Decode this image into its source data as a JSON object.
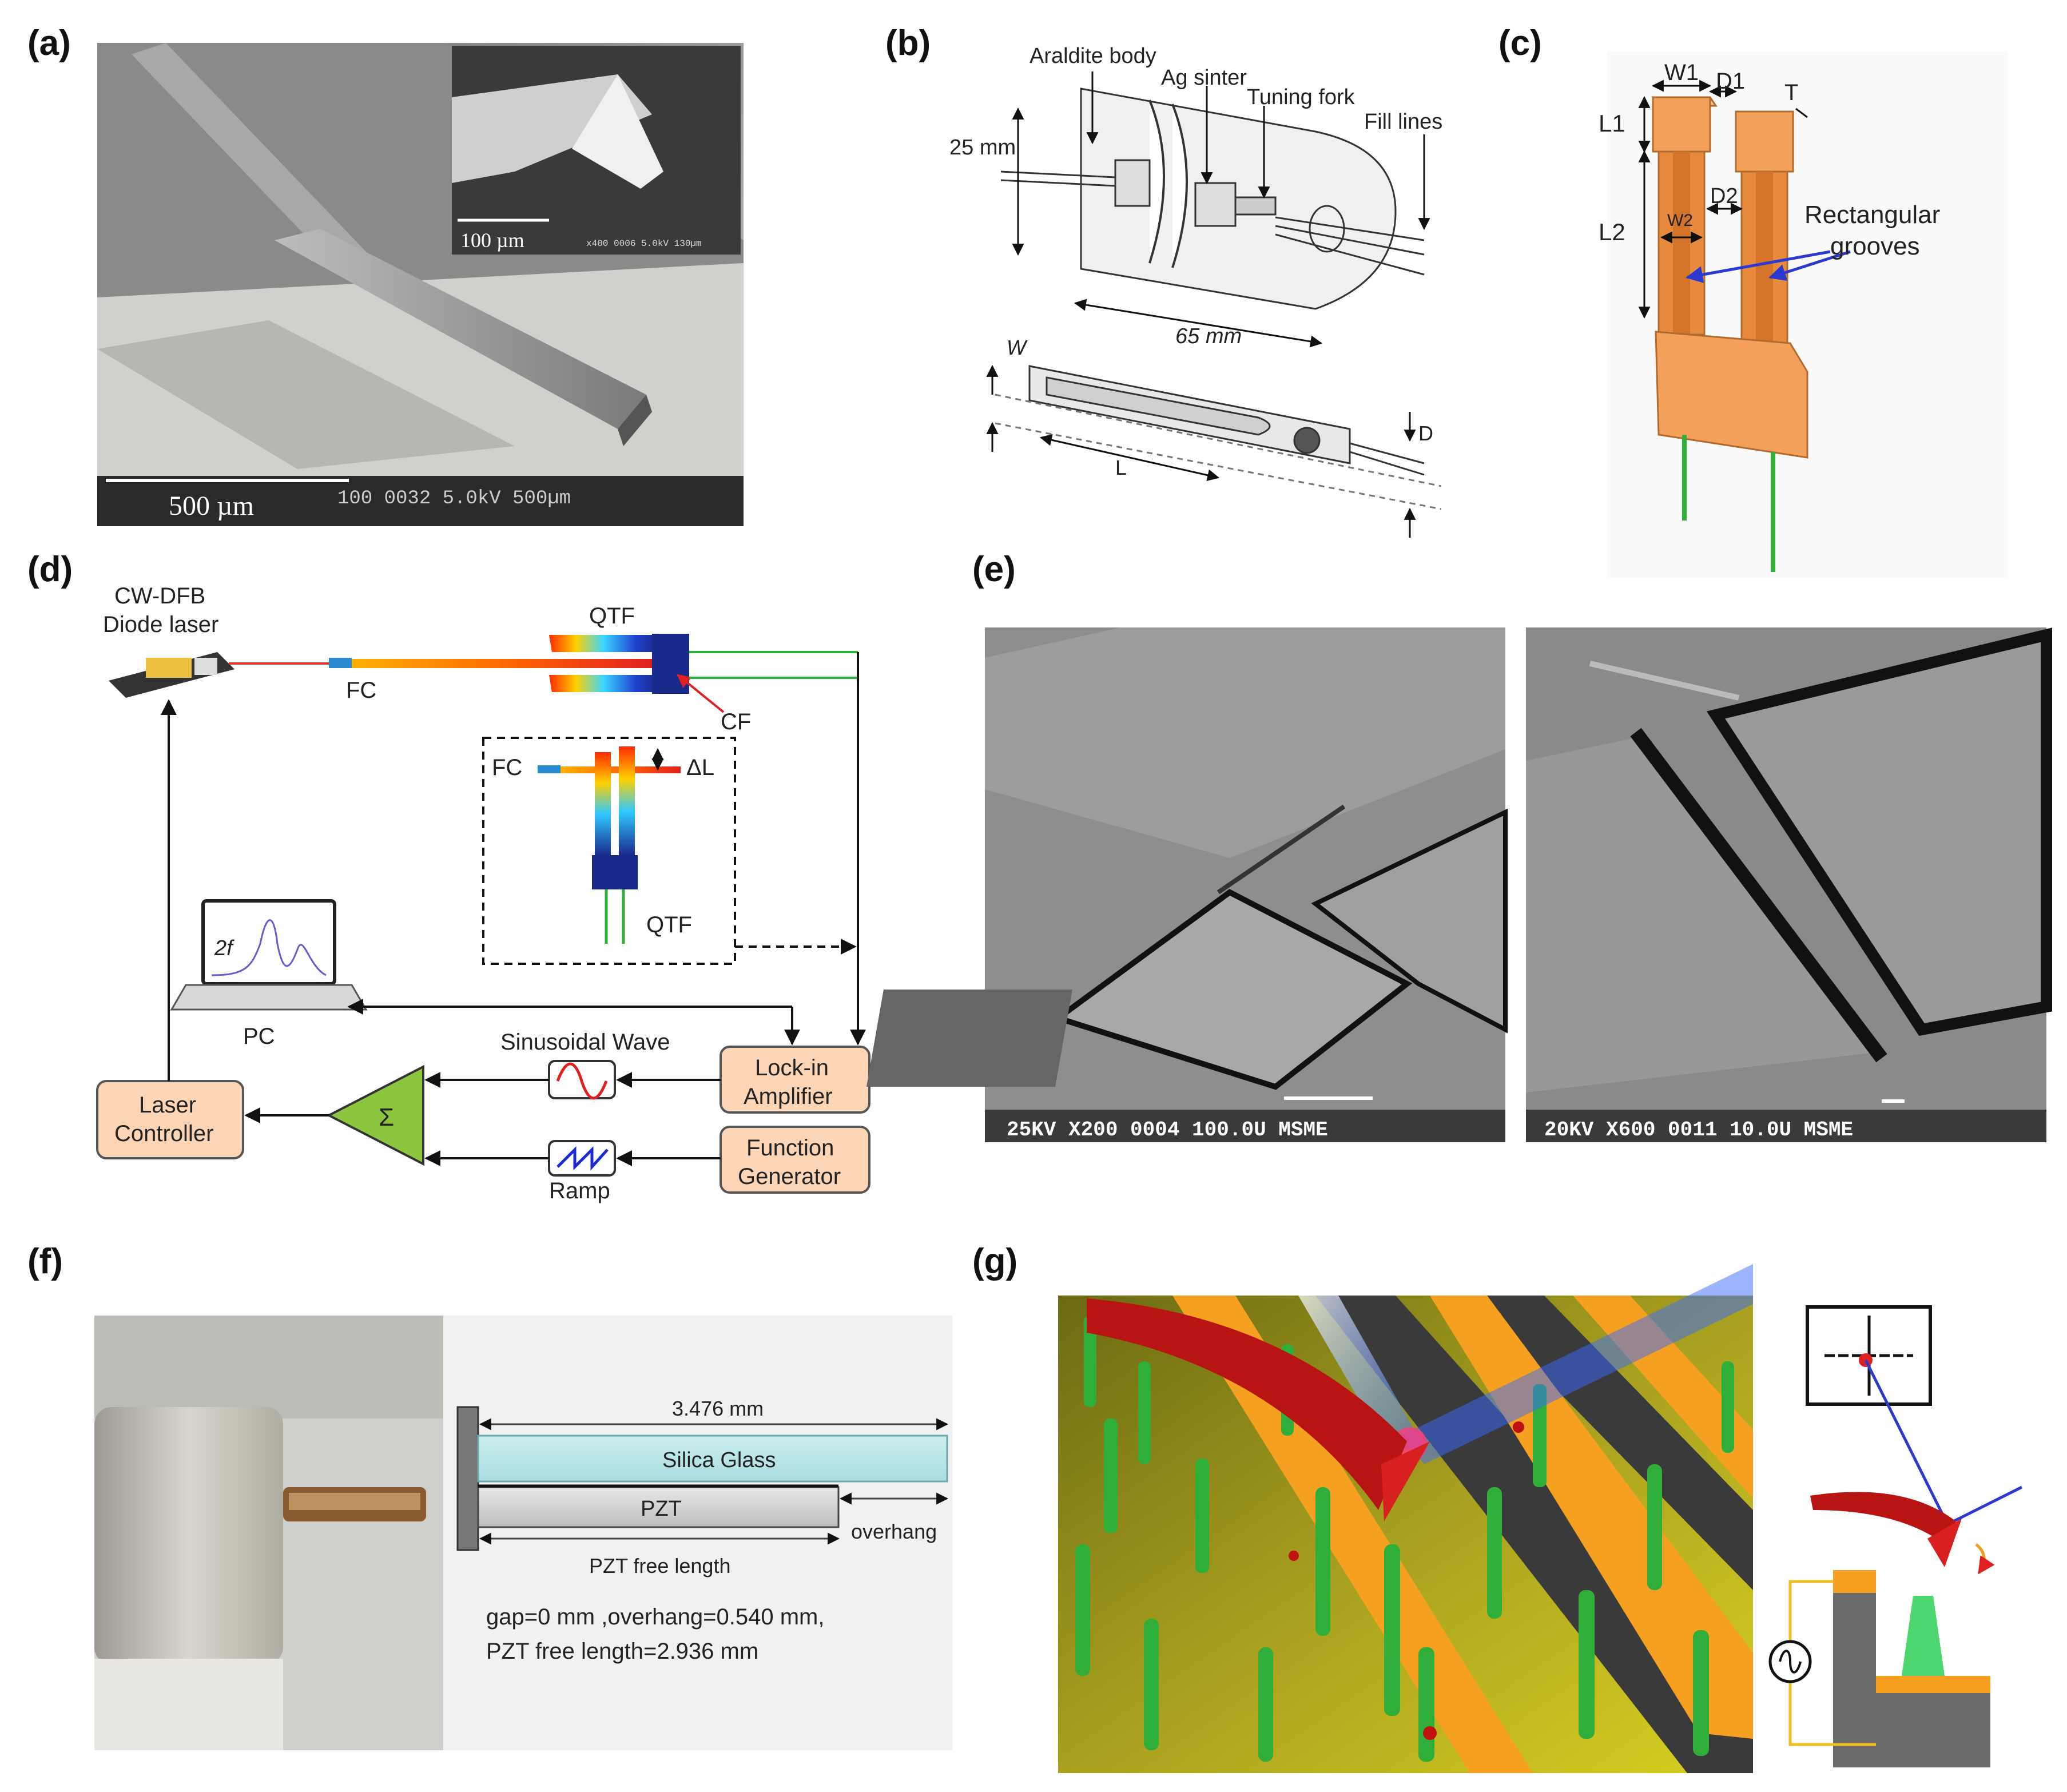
{
  "panels": {
    "a": {
      "letter": "(a)",
      "scale_main": "500 µm",
      "scale_inset": "100 µm",
      "sem_main": "100   0032  5.0kV  500µm",
      "sem_inset": "x400  0006 5.0kV 130µm"
    },
    "b": {
      "letter": "(b)",
      "labels": {
        "araldite": "Araldite body",
        "ag": "Ag sinter",
        "fork": "Tuning fork",
        "fill": "Fill lines",
        "h25": "25 mm",
        "l65": "65 mm",
        "w": "W",
        "l": "L",
        "d": "D"
      }
    },
    "c": {
      "letter": "(c)",
      "labels": {
        "w1": "W1",
        "d1": "D1",
        "t": "T",
        "l1": "L1",
        "l2": "L2",
        "w2": "W2",
        "d2": "D2",
        "grooves1": "Rectangular",
        "grooves2": "grooves"
      }
    },
    "d": {
      "letter": "(d)",
      "labels": {
        "laser1": "CW-DFB",
        "laser2": "Diode laser",
        "fc1": "FC",
        "qtf1": "QTF",
        "cf": "CF",
        "fc2": "FC",
        "dl": "ΔL",
        "qtf2": "QTF",
        "twof": "2f",
        "pc": "PC",
        "sine": "Sinusoidal Wave",
        "lock1": "Lock-in",
        "lock2": "Amplifier",
        "ctrl1": "Laser",
        "ctrl2": "Controller",
        "sigma": "Σ",
        "func1": "Function",
        "func2": "Generator",
        "ramp": "Ramp"
      }
    },
    "e": {
      "letter": "(e)",
      "left_bar": "25KV  X200    0004   100.0U  MSME",
      "right_bar": "20KV  X600    0011    10.0U  MSME"
    },
    "f": {
      "letter": "(f)",
      "labels": {
        "len": "3.476 mm",
        "glass": "Silica Glass",
        "pzt": "PZT",
        "overhang": "overhang",
        "free": "PZT free length",
        "note1": "gap=0 mm ,overhang=0.540 mm,",
        "note2": "PZT free length=2.936 mm"
      }
    },
    "g": {
      "letter": "(g)"
    }
  },
  "colors": {
    "orange": "#f2a05a",
    "peach": "#fbd5b6",
    "green": "#2fae3a",
    "navy": "#1a2a8a"
  }
}
